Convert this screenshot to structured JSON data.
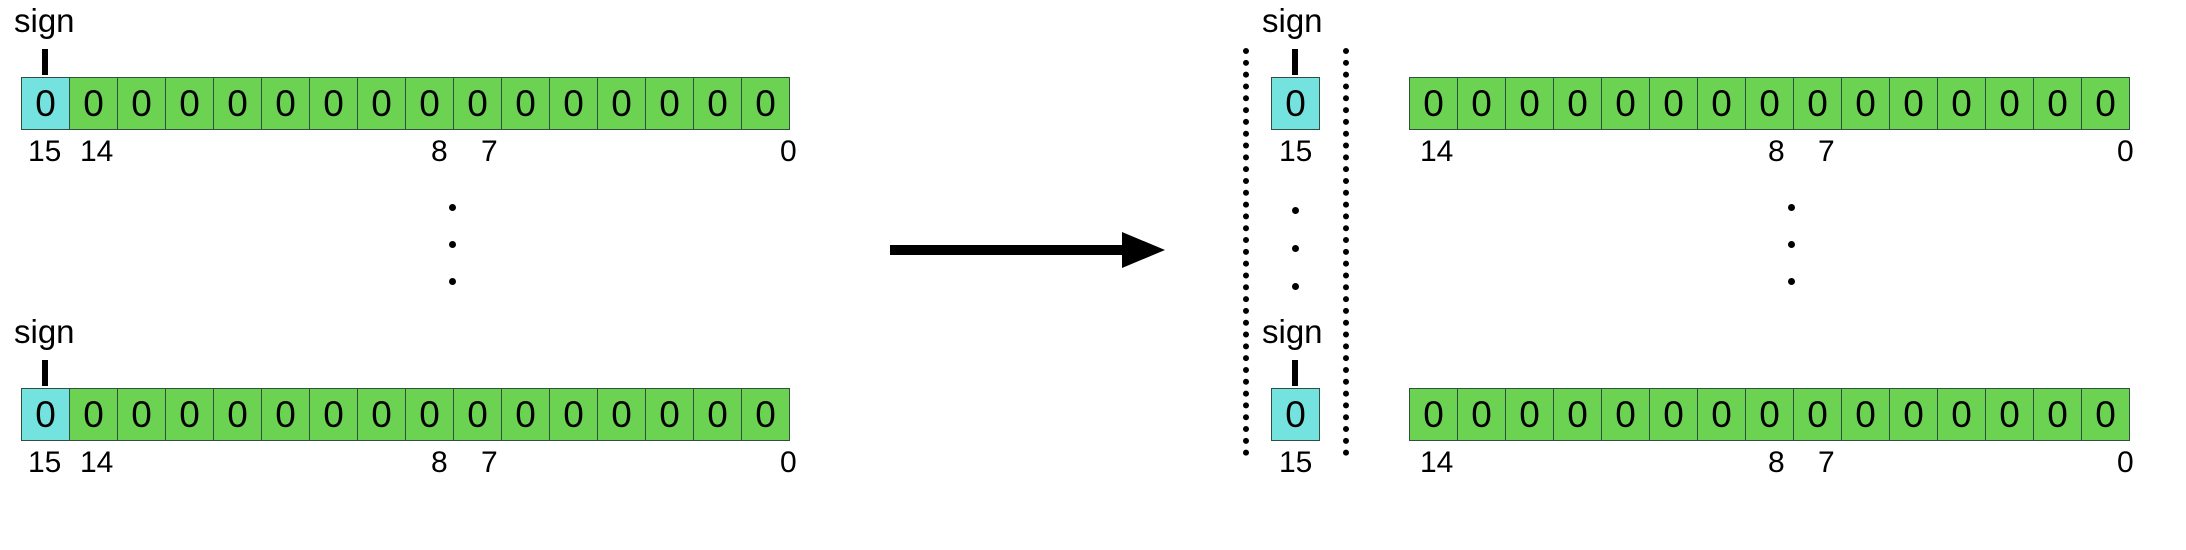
{
  "sign_label": "sign",
  "bit_value": "0",
  "bit_labels": {
    "b15": "15",
    "b14": "14",
    "b8": "8",
    "b7": "7",
    "b0": "0"
  },
  "colors": {
    "sign_bit": "#74e3e0",
    "magnitude_bits": "#6bd252"
  },
  "left_rows": 2,
  "right_rows": 2,
  "arrow_icon": "right-arrow-icon"
}
